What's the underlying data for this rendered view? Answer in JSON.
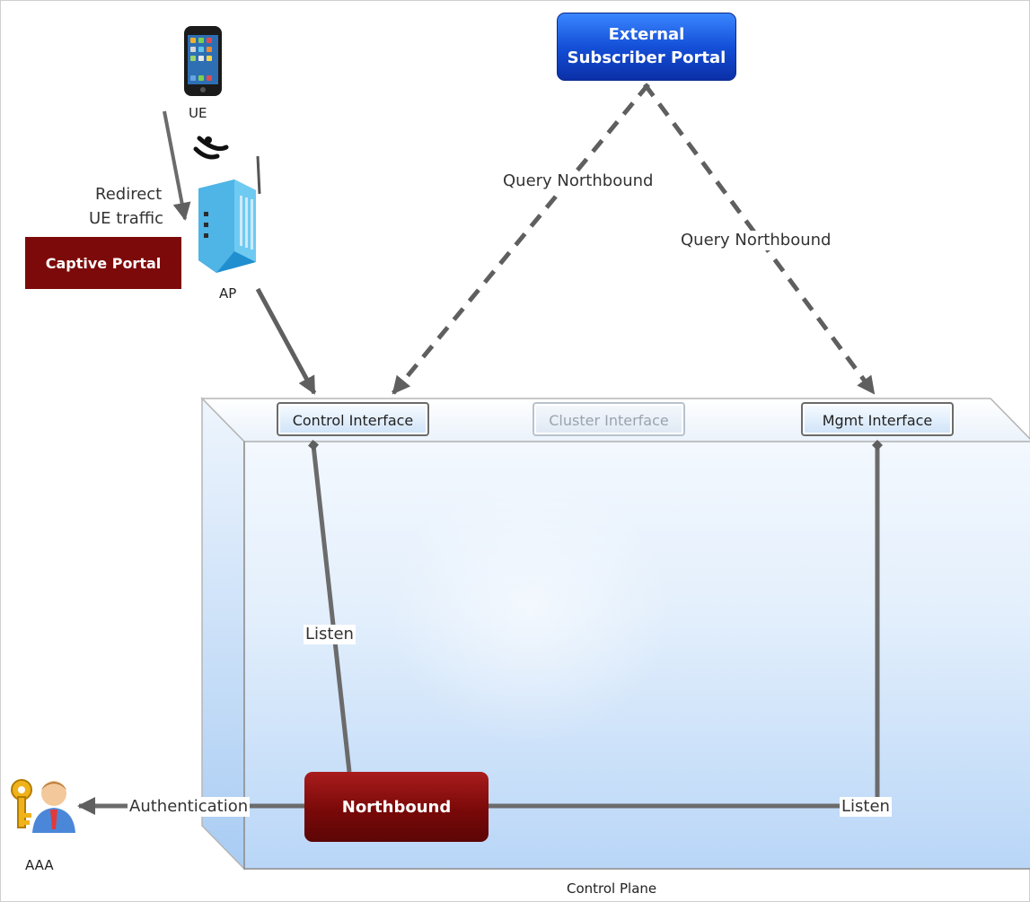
{
  "nodes": {
    "ue_label": "UE",
    "ap_label": "AP",
    "aaa_label": "AAA",
    "captive_portal": "Captive Portal",
    "external_portal_line1": "External",
    "external_portal_line2": "Subscriber Portal",
    "northbound": "Northbound",
    "control_plane": "Control Plane"
  },
  "interfaces": {
    "control": "Control Interface",
    "cluster": "Cluster Interface",
    "mgmt": "Mgmt Interface"
  },
  "edge_labels": {
    "redirect_line1": "Redirect",
    "redirect_line2": "UE traffic",
    "query_left": "Query Northbound",
    "query_right": "Query Northbound",
    "listen_left": "Listen",
    "listen_right": "Listen",
    "authentication": "Authentication"
  },
  "icons": {
    "ue": "smartphone-icon",
    "wifi": "wifi-signal-icon",
    "ap": "access-point-router-icon",
    "aaa": "user-key-icon"
  },
  "colors": {
    "edge": "#6b6b6b",
    "portal_blue": "#1450d8",
    "dark_red": "#7d0a0a"
  }
}
